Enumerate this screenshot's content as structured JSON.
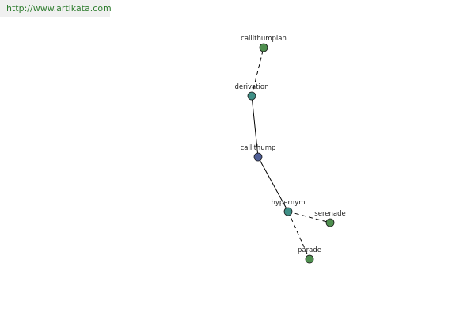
{
  "site": {
    "url_text": "http://www.artikata.com"
  },
  "graph": {
    "colors": {
      "center_fill": "#4f5e96",
      "relation_fill": "#3f8f86",
      "leaf_fill": "#4f8f4f",
      "edge": "#000000",
      "label": "#222222"
    },
    "nodes": [
      {
        "id": "callithumpian",
        "label": "callithumpian",
        "kind": "leaf"
      },
      {
        "id": "derivation",
        "label": "derivation",
        "kind": "relation"
      },
      {
        "id": "callithump",
        "label": "callithump",
        "kind": "center"
      },
      {
        "id": "hypernym",
        "label": "hypernym",
        "kind": "relation"
      },
      {
        "id": "serenade",
        "label": "serenade",
        "kind": "leaf"
      },
      {
        "id": "parade",
        "label": "parade",
        "kind": "leaf"
      }
    ],
    "edges": [
      {
        "from": "derivation",
        "to": "callithumpian",
        "style": "dashed"
      },
      {
        "from": "callithump",
        "to": "derivation",
        "style": "solid"
      },
      {
        "from": "callithump",
        "to": "hypernym",
        "style": "solid"
      },
      {
        "from": "hypernym",
        "to": "serenade",
        "style": "dashed"
      },
      {
        "from": "hypernym",
        "to": "parade",
        "style": "dashed"
      }
    ]
  }
}
